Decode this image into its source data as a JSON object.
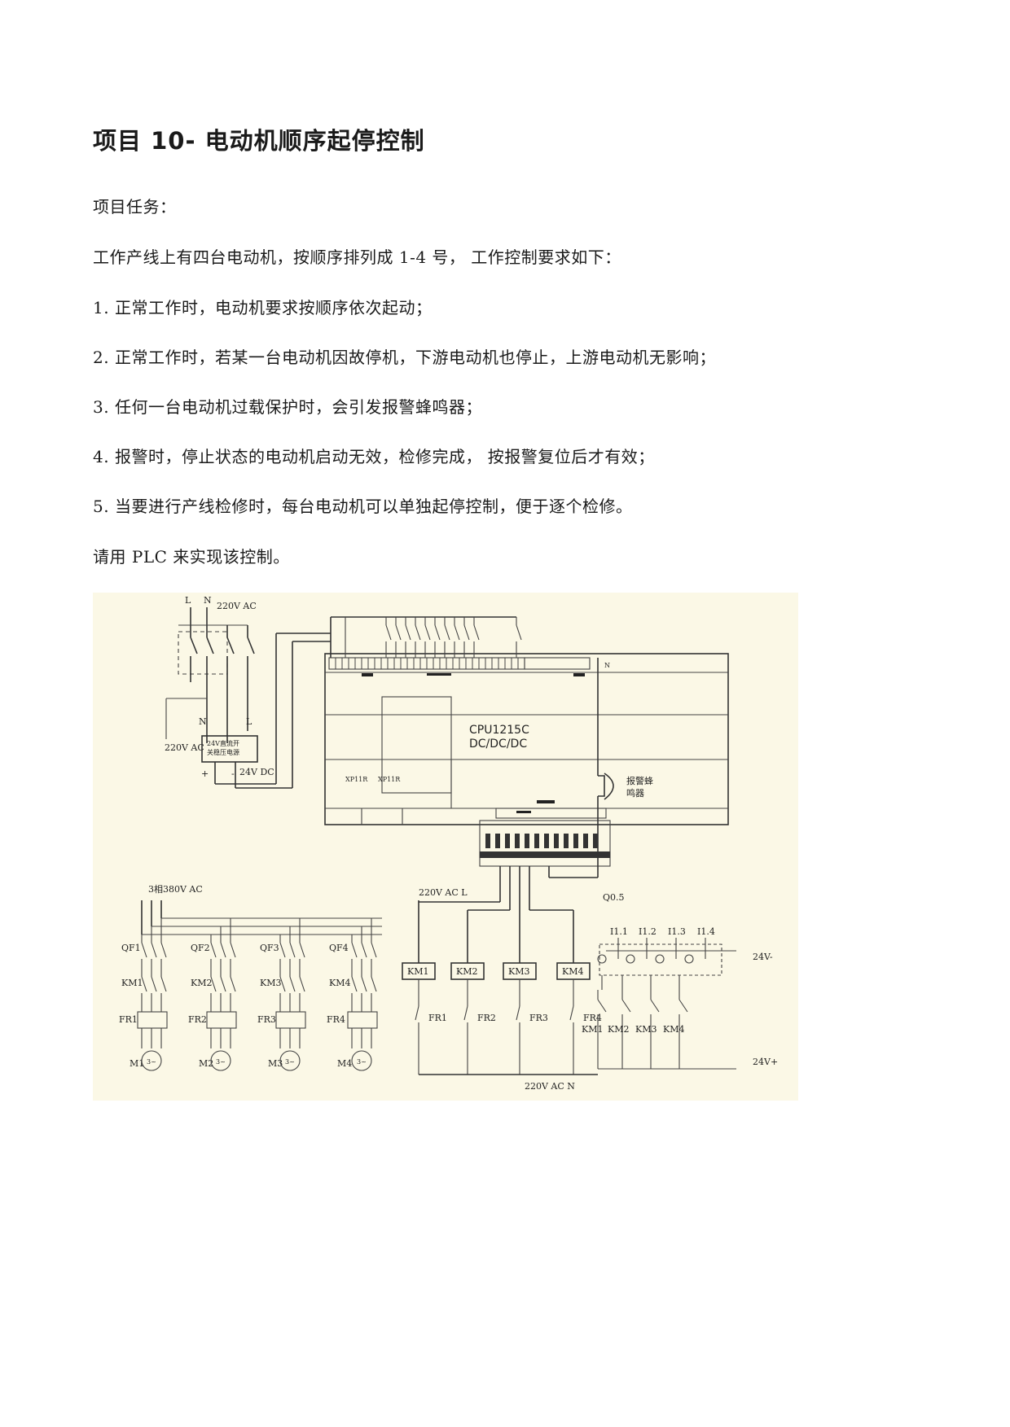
{
  "document": {
    "title": "项目 10- 电动机顺序起停控制",
    "task_heading": "项目任务：",
    "intro": "工作产线上有四台电动机，按顺序排列成 1-4 号， 工作控制要求如下：",
    "requirements": [
      "1. 正常工作时，电动机要求按顺序依次起动；",
      "2. 正常工作时，若某一台电动机因故停机，下游电动机也停止，上游电动机无影响；",
      "3. 任何一台电动机过载保护时，会引发报警蜂鸣器；",
      "4. 报警时，停止状态的电动机启动无效，检修完成， 按报警复位后才有效；",
      "5. 当要进行产线检修时，每台电动机可以单独起停控制，便于逐个检修。"
    ],
    "closing": "请用 PLC 来实现该控制。"
  },
  "diagram": {
    "supply_top": "220V AC",
    "L": "L",
    "N": "N",
    "psu_ac_label": "220V AC",
    "psu_box_line1": "24V直流开",
    "psu_box_line2": "关稳压电源",
    "psu_dc_label": "24V DC",
    "plus": "+",
    "minus": "-",
    "cpu_line1": "CPU1215C",
    "cpu_line2": "DC/DC/DC",
    "xp1": "XP11R",
    "xp2": "XP11R",
    "n_right": "N",
    "buzzer_line1": "报警蜂",
    "buzzer_line2": "鸣器",
    "three_phase": "3相380V AC",
    "output_supply": "220V AC  L",
    "q05": "Q0.5",
    "qf": [
      "QF1",
      "QF2",
      "QF3",
      "QF4"
    ],
    "km": [
      "KM1",
      "KM2",
      "KM3",
      "KM4"
    ],
    "fr": [
      "FR1",
      "FR2",
      "FR3",
      "FR4"
    ],
    "m": [
      "M1",
      "M2",
      "M3",
      "M4"
    ],
    "motor_symbol": "3~",
    "coils": [
      "KM1",
      "KM2",
      "KM3",
      "KM4"
    ],
    "coil_fr": [
      "FR1",
      "FR2",
      "FR3",
      "FR4"
    ],
    "bottom_n": "220V AC  N",
    "inputs": [
      "I1.1",
      "I1.2",
      "I1.3",
      "I1.4"
    ],
    "v24_minus": "24V-",
    "v24_plus": "24V+",
    "in_km": [
      "KM1",
      "KM2",
      "KM3",
      "KM4"
    ]
  }
}
